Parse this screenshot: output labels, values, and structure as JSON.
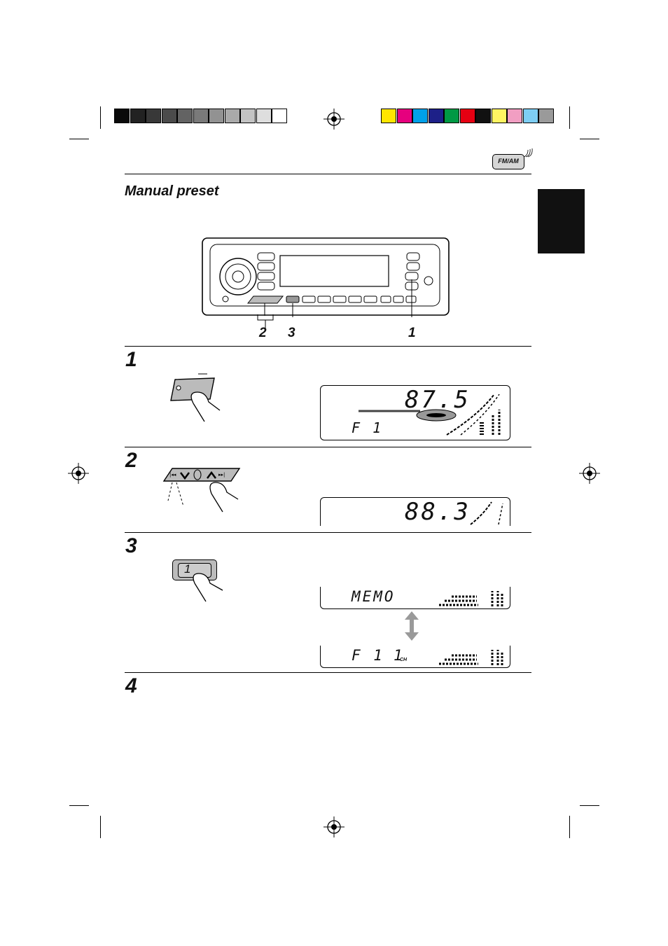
{
  "header": {
    "badge_label": "FM/AM"
  },
  "section": {
    "title": "Manual preset"
  },
  "callouts": [
    "2",
    "3",
    "1"
  ],
  "steps": [
    {
      "number": "1",
      "display_main": "87.5",
      "display_sub": "F 1"
    },
    {
      "number": "2",
      "display_main": "88.3"
    },
    {
      "number": "3",
      "display_main": "MEMO",
      "display_alt": "F 1",
      "display_alt_channel": "1",
      "display_alt_unit": "CH"
    },
    {
      "number": "4"
    }
  ],
  "step3": {
    "button_label": "1"
  },
  "colors": {
    "gray_bar": [
      "#0a0a0a",
      "#222222",
      "#383838",
      "#4b4b4b",
      "#636363",
      "#7a7a7a",
      "#929292",
      "#aaaaaa",
      "#c3c3c3",
      "#dedede",
      "#ffffff"
    ],
    "color_bar": [
      "#ffe600",
      "#e6007e",
      "#00a0e9",
      "#1d2088",
      "#009944",
      "#e60012",
      "#111111",
      "#fff462",
      "#f19ec2",
      "#7ecef4",
      "#9a9a9a"
    ]
  }
}
